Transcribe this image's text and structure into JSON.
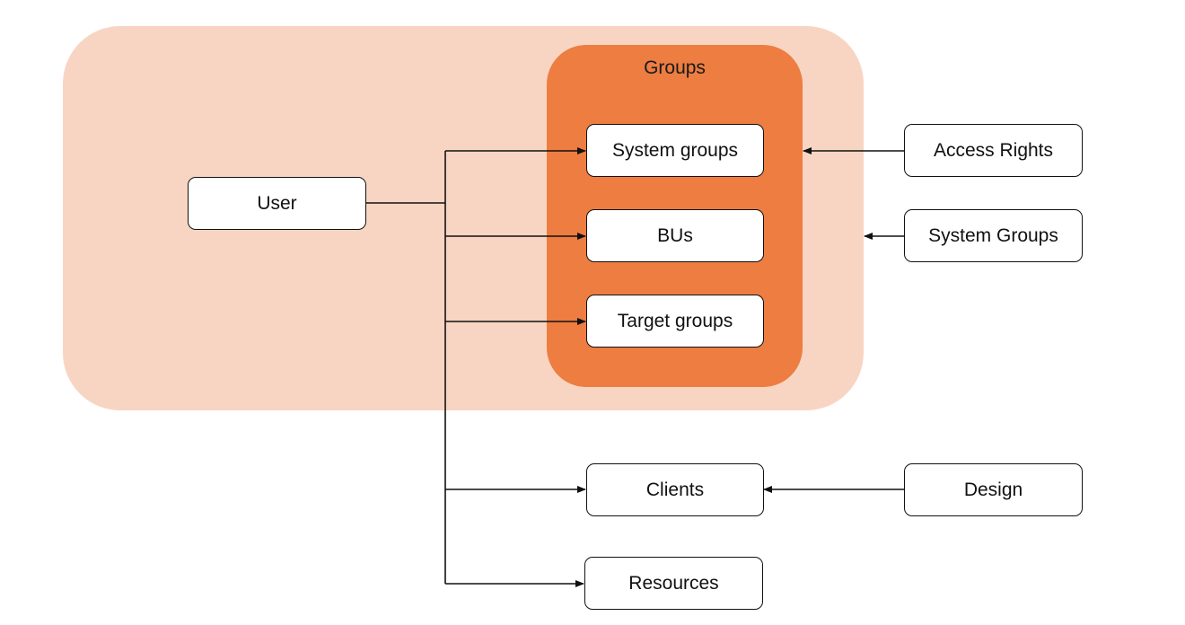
{
  "groups": {
    "title": "Groups"
  },
  "nodes": {
    "user": "User",
    "system_groups": "System groups",
    "bus": "BUs",
    "target_groups": "Target groups",
    "clients": "Clients",
    "resources": "Resources",
    "access_rights": "Access Rights",
    "system_groups_external": "System Groups",
    "design": "Design"
  },
  "colors": {
    "outer_region": "#f8d5c3",
    "groups_region": "#ed7d40",
    "node_border": "#111111",
    "node_fill": "#ffffff"
  }
}
